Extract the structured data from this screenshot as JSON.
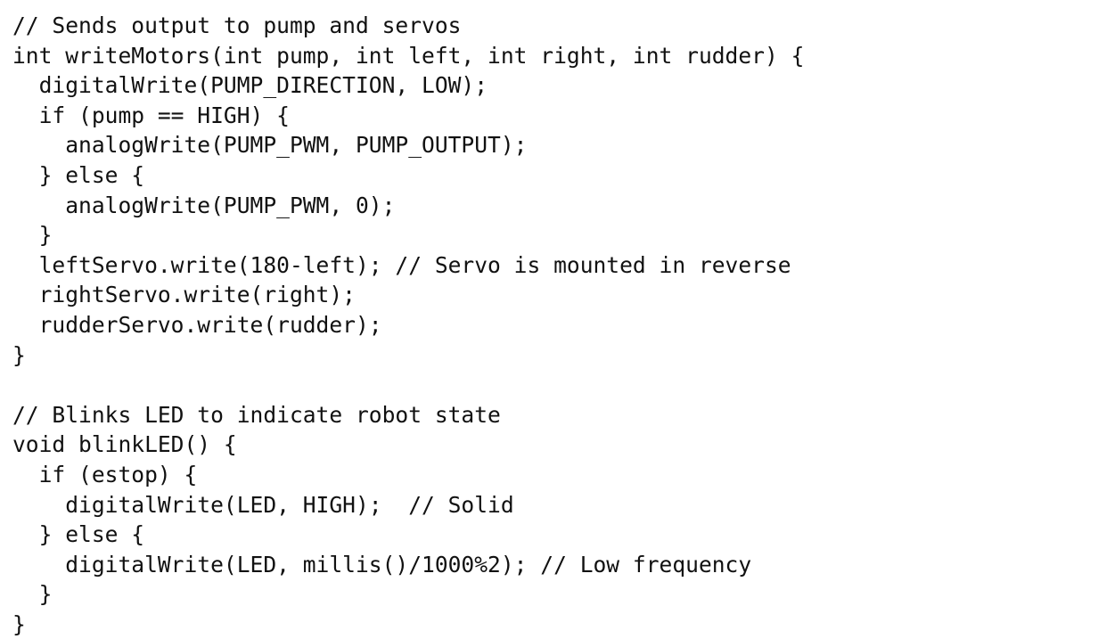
{
  "code": {
    "lines": [
      "// Sends output to pump and servos",
      "int writeMotors(int pump, int left, int right, int rudder) {",
      "  digitalWrite(PUMP_DIRECTION, LOW);",
      "  if (pump == HIGH) {",
      "    analogWrite(PUMP_PWM, PUMP_OUTPUT);",
      "  } else {",
      "    analogWrite(PUMP_PWM, 0);",
      "  }",
      "  leftServo.write(180-left); // Servo is mounted in reverse",
      "  rightServo.write(right);",
      "  rudderServo.write(rudder);",
      "}",
      "",
      "// Blinks LED to indicate robot state",
      "void blinkLED() {",
      "  if (estop) {",
      "    digitalWrite(LED, HIGH);  // Solid",
      "  } else {",
      "    digitalWrite(LED, millis()/1000%2); // Low frequency",
      "  }",
      "}"
    ]
  }
}
